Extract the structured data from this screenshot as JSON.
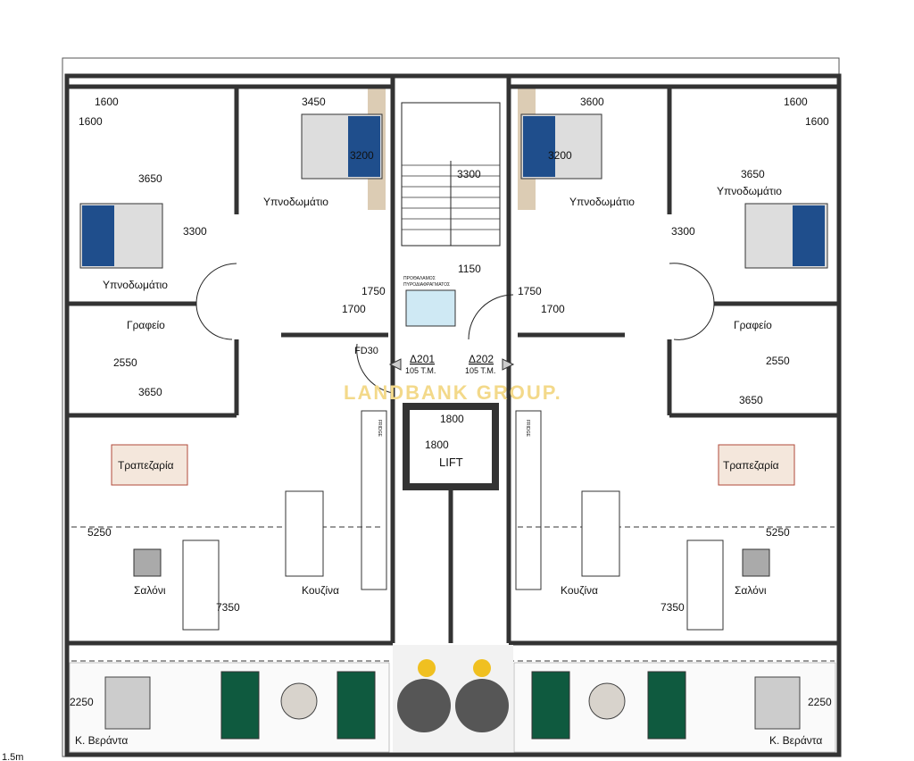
{
  "plan": {
    "scale_label": "1.5m",
    "watermark": "LANDBANK GROUP.",
    "left_unit": {
      "dims": {
        "bath_w": "1600",
        "bath_h": "1600",
        "bed1_w": "3450",
        "bed2_w": "3650",
        "bed1_h": "3200",
        "bed2_h": "3300",
        "wc_w": "1750",
        "wc2_w": "1700",
        "office_h": "2550",
        "office_w": "3650",
        "living_h": "5250",
        "living_w": "7350",
        "veranda_h": "2250"
      },
      "rooms": {
        "bedroom1": "Υπνοδωμάτιο",
        "bedroom2": "Υπνοδωμάτιο",
        "office": "Γραφείο",
        "dining": "Τραπεζαρία",
        "living": "Σαλόνι",
        "kitchen": "Κουζίνα",
        "veranda": "Κ. Βεράντα"
      }
    },
    "right_unit": {
      "dims": {
        "bath_w": "1600",
        "bath_h": "1600",
        "bed1_w": "3600",
        "bed2_w": "3650",
        "bed1_h": "3200",
        "bed2_h": "3300",
        "wc_w": "1750",
        "wc2_w": "1700",
        "office_h": "2550",
        "office_w": "3650",
        "living_h": "5250",
        "living_w": "7350",
        "veranda_h": "2250"
      },
      "rooms": {
        "bedroom1": "Υπνοδωμάτιο",
        "bedroom2": "Υπνοδωμάτιο",
        "office": "Γραφείο",
        "dining": "Τραπεζαρία",
        "living": "Σαλόνι",
        "kitchen": "Κουζίνα",
        "veranda": "Κ. Βεράντα"
      }
    },
    "core": {
      "stair_dim": "3300",
      "lobby_dim": "1150",
      "lobby_label_1": "ΠΡΟΘΑΛΑΜΟΣ",
      "lobby_label_2": "ΠΥΡΟΔΙΑΦΡΑΓΜΑΤΟΣ",
      "fire_door": "FD30",
      "unit_a": "Δ201",
      "unit_a_area": "105 Τ.Μ.",
      "unit_b": "Δ202",
      "unit_b_area": "105 Τ.Μ.",
      "lift_w": "1800",
      "lift_h": "1800",
      "lift": "LIFT",
      "fridge": "FRIDGE"
    },
    "colors": {
      "bed": "#1f4e8c",
      "sofa": "#0f5a3f",
      "wall": "#333333",
      "watermark": "#f3d98a"
    }
  }
}
